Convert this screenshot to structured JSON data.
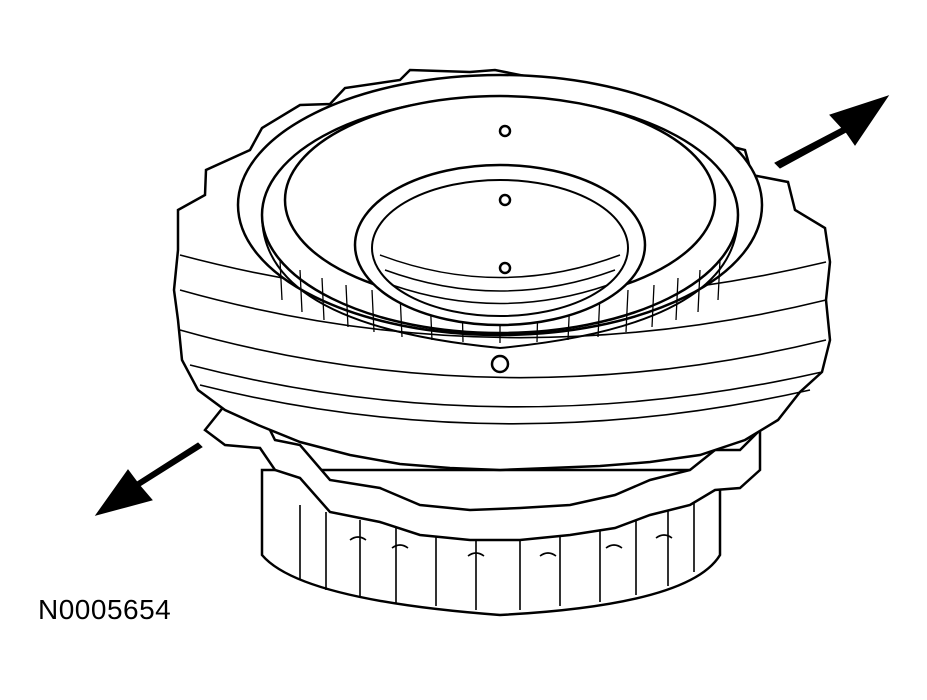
{
  "figure": {
    "reference_code": "N0005654",
    "subject": "clutch-drum-assembly",
    "callouts": [
      "arrow-upper-right",
      "arrow-lower-left"
    ],
    "colors": {
      "ink": "#000000",
      "paper": "#ffffff",
      "shade": "#d9d9d9"
    }
  }
}
